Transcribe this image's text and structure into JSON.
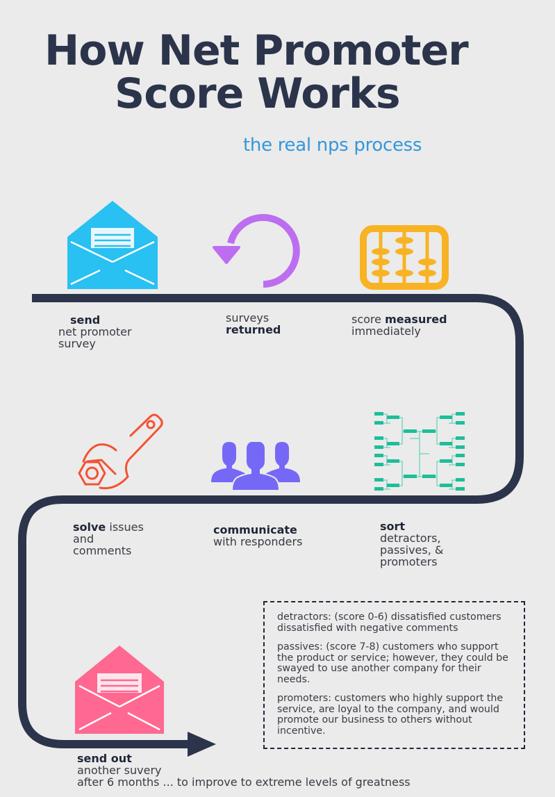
{
  "header": {
    "title_line1": "How Net Promoter",
    "title_line2": "Score Works",
    "subtitle": "the real nps process"
  },
  "steps": [
    {
      "icon": "envelope-icon",
      "color": "#29c0f2",
      "bold": "send",
      "text_line1": "net promoter",
      "text_line2": "survey"
    },
    {
      "icon": "circular-arrow-icon",
      "color": "#bd6ef0",
      "text_before": "surveys",
      "bold": "returned"
    },
    {
      "icon": "abacus-icon",
      "color": "#f8b324",
      "text_before": "score",
      "bold": "measured",
      "text_line2": "immediately"
    },
    {
      "icon": "bracket-tree-icon",
      "color": "#1dbe9a",
      "bold": "sort",
      "text_line1": "detractors,",
      "text_line2": "passives, &",
      "text_line3": "promoters"
    },
    {
      "icon": "people-group-icon",
      "color": "#7668f7",
      "bold": "communicate",
      "text_line1": "with responders"
    },
    {
      "icon": "wrench-nut-icon",
      "color": "#f45232",
      "bold": "solve",
      "text_after": "issues",
      "text_line1": "and",
      "text_line2": "comments"
    },
    {
      "icon": "envelope-icon",
      "color": "#ff6891",
      "bold": "send out",
      "text_line1": "another suvery",
      "text_line2": "after 6 months ... to improve to extreme levels of greatness"
    }
  ],
  "legend": {
    "detractors": "detractors: (score 0-6) dissatisfied customers dissatisfied with negative comments",
    "passives": "passives: (score 7-8) customers who support the product or service; however, they could be swayed to use another company for their needs.",
    "promoters": "promoters: customers who highly support the service, are loyal to the company, and would promote our business to others without incentive."
  },
  "colors": {
    "background": "#ebebeb",
    "path": "#2b344a",
    "title": "#2b344a",
    "subtitle": "#3497da"
  }
}
